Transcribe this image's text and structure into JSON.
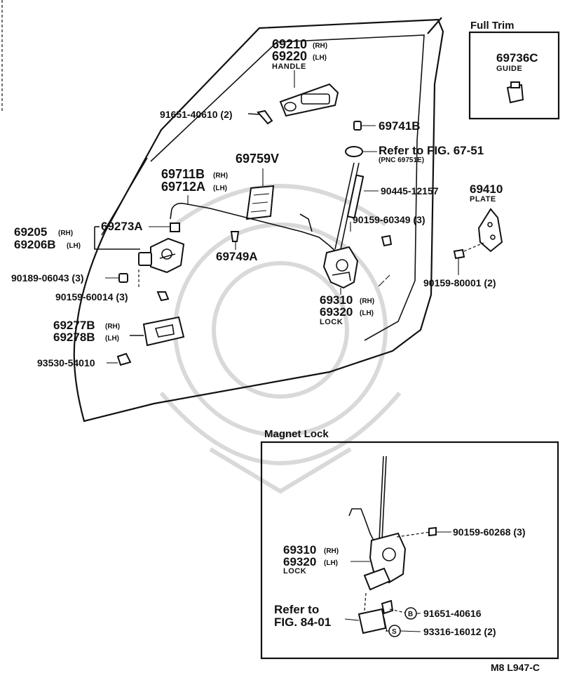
{
  "callouts": {
    "handle": {
      "rh": "69210",
      "lh": "69220",
      "name": "HANDLE"
    },
    "handle_screw": "91651-40610 (2)",
    "clip_69741": "69741B",
    "refer_67": "Refer to FIG. 67-51",
    "pnc": "(PNC 69751E)",
    "pad": "69759V",
    "rod": {
      "rh": "69711B",
      "lh": "69712A"
    },
    "bolt_90445": "90445-12157",
    "plate": {
      "num": "69410",
      "name": "PLATE"
    },
    "screw_60349": "90159-60349 (3)",
    "clip_69273": "69273A",
    "inside_handle": {
      "rh": "69205",
      "lh": "69206B"
    },
    "clip_69749": "69749A",
    "screw_80001": "90159-80001 (2)",
    "washer_06043": "90189-06043 (3)",
    "screw_60014": "90159-60014 (3)",
    "lock": {
      "rh": "69310",
      "lh": "69320",
      "name": "LOCK"
    },
    "bezel": {
      "rh": "69277B",
      "lh": "69278B"
    },
    "screw_54010": "93530-54010"
  },
  "side_tags": {
    "rh": "(RH)",
    "lh": "(LH)"
  },
  "full_trim": {
    "title": "Full Trim",
    "part": "69736C",
    "name": "GUIDE"
  },
  "magnet_lock": {
    "title": "Magnet Lock",
    "screw_60268": "90159-60268 (3)",
    "lock_rh": "69310",
    "lock_lh": "69320",
    "lock_name": "LOCK",
    "refer_line1": "Refer to",
    "refer_line2": "FIG. 84-01",
    "mark_b": "B",
    "mark_s": "S",
    "bolt_40616": "91651-40616",
    "screw_16012": "93316-16012 (2)"
  },
  "footer_code": "M8  L947-C"
}
